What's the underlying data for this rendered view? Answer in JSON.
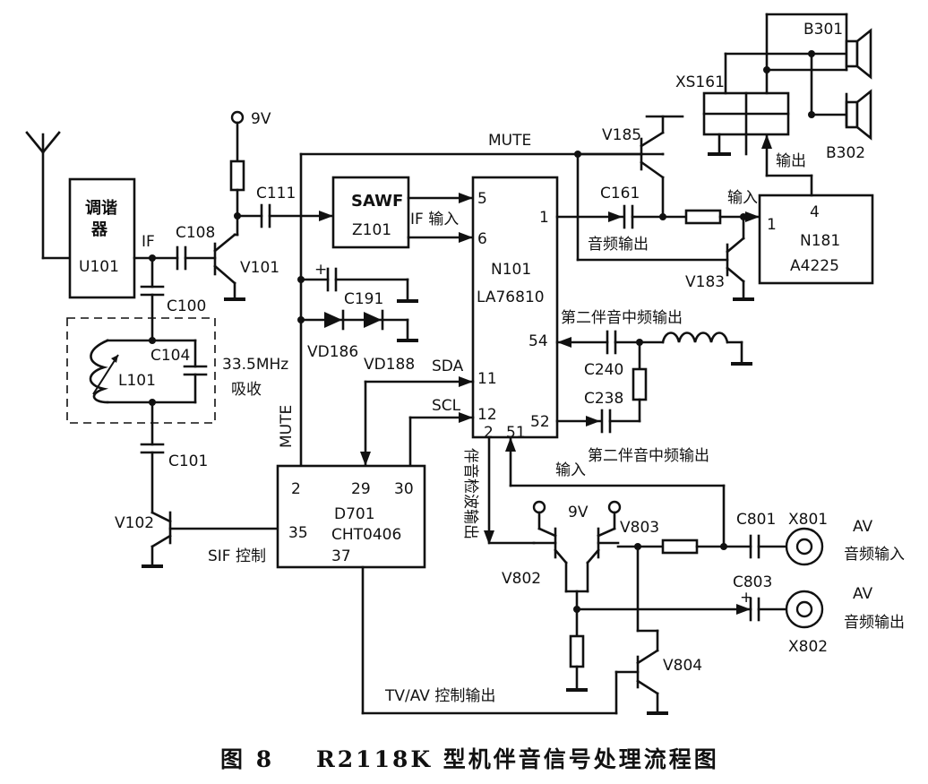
{
  "caption": {
    "fig_no": "图 8",
    "title": "R2118K 型机伴音信号处理流程图"
  },
  "components": {
    "tuner": {
      "name_line1": "调谐",
      "name_line2": "器",
      "ref": "U101"
    },
    "saw_filter": {
      "name": "SAWF",
      "ref": "Z101"
    },
    "main_ic": {
      "ref": "N101",
      "part": "LA76810",
      "pin5": "5",
      "pin6": "6",
      "pin1": "1",
      "pin54": "54",
      "pin11": "11",
      "pin12": "12",
      "pin52": "52",
      "pin2": "2",
      "pin51": "51"
    },
    "mcu": {
      "ref": "D701",
      "part": "CHT0406",
      "pin2": "2",
      "pin29": "29",
      "pin30": "30",
      "pin35": "35",
      "pin37": "37"
    },
    "amp_ic": {
      "ref": "N181",
      "part": "A4225",
      "pin1": "1",
      "pin4": "4"
    },
    "connector": {
      "ref": "XS161"
    },
    "speaker1": {
      "ref": "B301"
    },
    "speaker2": {
      "ref": "B302"
    },
    "jack_in": {
      "ref": "X801"
    },
    "jack_out": {
      "ref": "X802"
    }
  },
  "parts": {
    "c108": "C108",
    "c100": "C100",
    "c104": "C104",
    "l101": "L101",
    "c101": "C101",
    "c111": "C111",
    "c191": "C191",
    "c161": "C161",
    "c240": "C240",
    "c238": "C238",
    "c801": "C801",
    "c803": "C803",
    "v101": "V101",
    "v102": "V102",
    "v185": "V185",
    "v183": "V183",
    "v802": "V802",
    "v803": "V803",
    "v804": "V804",
    "vd186": "VD186",
    "vd188": "VD188"
  },
  "labels": {
    "if": "IF",
    "vcc_top": "9V",
    "vcc_bottom": "9V",
    "trap_freq": "33.5MHz",
    "trap_desc": "吸收",
    "mute_top": "MUTE",
    "mute_side": "MUTE",
    "if_input": "IF 输入",
    "audio_out": "音频输出",
    "input_amp": "输入",
    "output_amp": "输出",
    "sda": "SDA",
    "scl": "SCL",
    "sif_out_upper": "第二伴音中频输出",
    "sif_out_lower": "第二伴音中频输出",
    "det_out": "伴音检波输出",
    "input_51": "输入",
    "sif_ctrl": "SIF 控制",
    "tvav_ctrl": "TV/AV  控制输出",
    "av_in_tag": "AV",
    "av_in": "音频输入",
    "av_out_tag": "AV",
    "av_out": "音频输出",
    "plus1": "+",
    "plus2": "+"
  }
}
